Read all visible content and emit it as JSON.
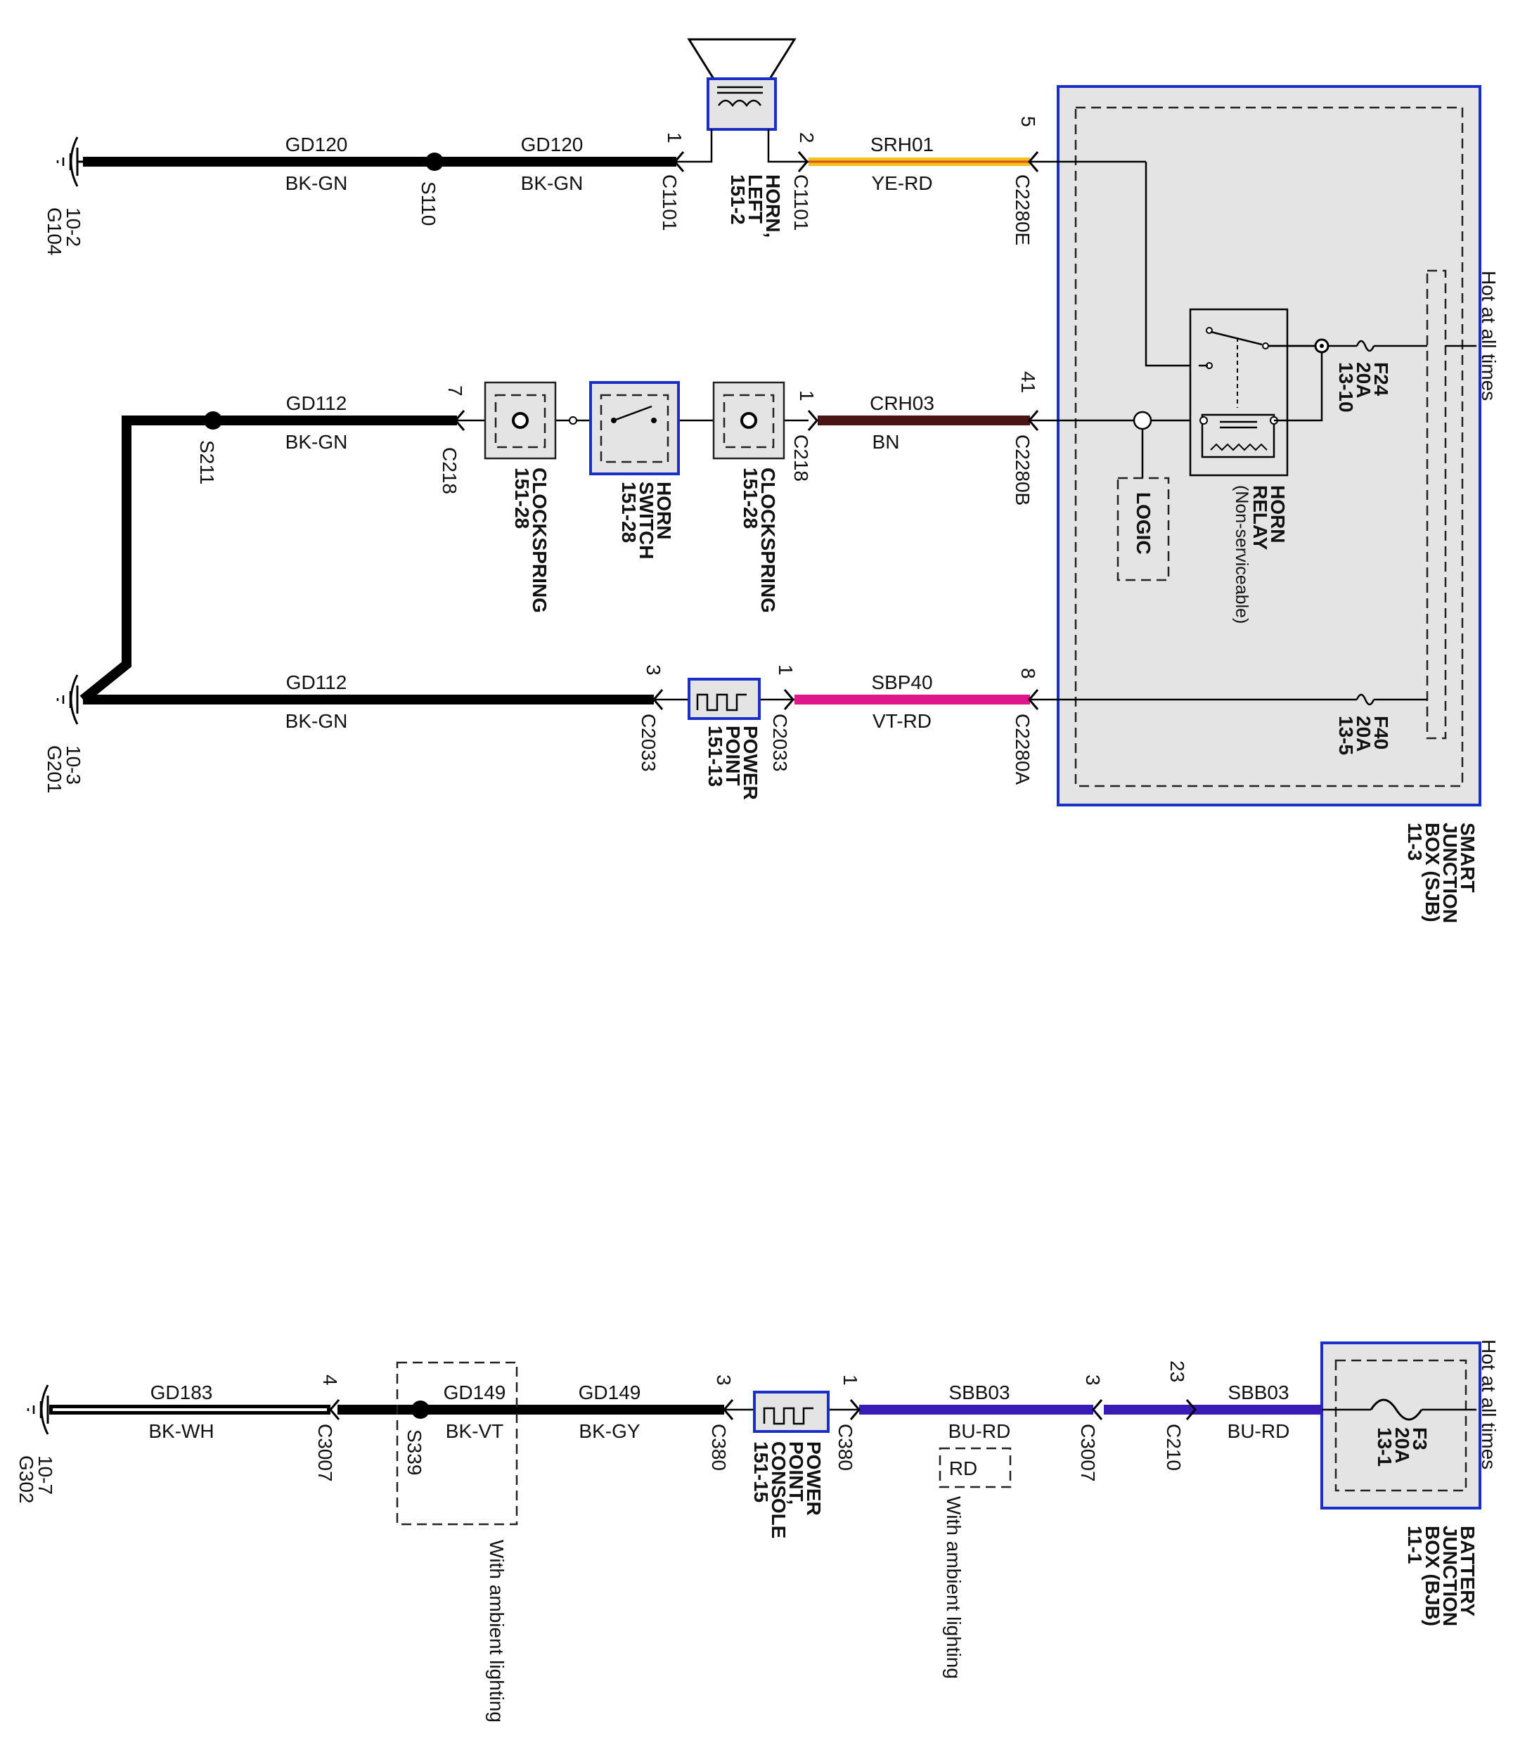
{
  "grounds": {
    "g104": {
      "id": "G104",
      "ref": "10-2"
    },
    "g201": {
      "id": "G201",
      "ref": "10-3"
    },
    "g302": {
      "id": "G302",
      "ref": "10-7"
    }
  },
  "splices": {
    "s110": "S110",
    "s211": "S211",
    "s339": "S339"
  },
  "wires": {
    "gd120_a": {
      "circuit": "GD120",
      "color": "BK-GN"
    },
    "gd120_b": {
      "circuit": "GD120",
      "color": "BK-GN"
    },
    "srh01": {
      "circuit": "SRH01",
      "color": "YE-RD"
    },
    "gd112_a": {
      "circuit": "GD112",
      "color": "BK-GN"
    },
    "crh03": {
      "circuit": "CRH03",
      "color": "BN"
    },
    "gd112_b": {
      "circuit": "GD112",
      "color": "BK-GN"
    },
    "sbp40": {
      "circuit": "SBP40",
      "color": "VT-RD"
    },
    "gd183": {
      "circuit": "GD183",
      "color": "BK-WH"
    },
    "gd149_a": {
      "circuit": "GD149",
      "color": "BK-VT"
    },
    "gd149_b": {
      "circuit": "GD149",
      "color": "BK-GY"
    },
    "sbb03_a": {
      "circuit": "SBB03",
      "color": "BU-RD"
    },
    "sbb03_b": {
      "circuit": "SBB03",
      "color": "BU-RD"
    }
  },
  "connectors": {
    "c1101_1": {
      "pin": "1",
      "name": "C1101"
    },
    "c1101_2": {
      "pin": "2",
      "name": "C1101"
    },
    "c2280e": {
      "pin": "5",
      "name": "C2280E"
    },
    "c218_7": {
      "pin": "7",
      "name": "C218"
    },
    "c218_1": {
      "pin": "1",
      "name": "C218"
    },
    "c2280b": {
      "pin": "41",
      "name": "C2280B"
    },
    "c2033_3": {
      "pin": "3",
      "name": "C2033"
    },
    "c2033_1": {
      "pin": "1",
      "name": "C2033"
    },
    "c2280a": {
      "pin": "8",
      "name": "C2280A"
    },
    "c3007_4": {
      "pin": "4",
      "name": "C3007"
    },
    "c380_3": {
      "pin": "3",
      "name": "C380"
    },
    "c380_1": {
      "pin": "1",
      "name": "C380"
    },
    "c3007_3": {
      "pin": "3",
      "name": "C3007"
    },
    "c210": {
      "pin": "23",
      "name": "C210"
    }
  },
  "components": {
    "horn": [
      "HORN,",
      "LEFT",
      "151-2"
    ],
    "clockspring_a": [
      "CLOCKSPRING",
      "151-28"
    ],
    "horn_switch": [
      "HORN",
      "SWITCH",
      "151-28"
    ],
    "clockspring_b": [
      "CLOCKSPRING",
      "151-28"
    ],
    "power_point": [
      "POWER",
      "POINT",
      "151-13"
    ],
    "power_point_console": [
      "POWER",
      "POINT,",
      "CONSOLE",
      "151-15"
    ],
    "horn_relay": [
      "HORN",
      "RELAY",
      "(Non-serviceable)"
    ],
    "logic": "LOGIC",
    "sjb": [
      "SMART",
      "JUNCTION",
      "BOX (SJB)",
      "11-3"
    ],
    "bjb": [
      "BATTERY",
      "JUNCTION",
      "BOX (BJB)",
      "11-1"
    ]
  },
  "fuses": {
    "f24": [
      "F24",
      "20A",
      "13-10"
    ],
    "f40": [
      "F40",
      "20A",
      "13-5"
    ],
    "f3": [
      "F3",
      "20A",
      "13-1"
    ]
  },
  "notes": {
    "hot_sjb": "Hot at all times",
    "hot_bjb": "Hot at all times",
    "ambient_1": "With ambient lighting",
    "ambient_2": "With ambient lighting",
    "rd_option": "RD"
  },
  "colors": {
    "wire_black": "#000000",
    "wire_yellow": "#f2c21b",
    "wire_orange_stripe": "#d9531e",
    "wire_brown": "#4a1414",
    "wire_violet": "#e0168c",
    "wire_blue": "#3a1bb5",
    "box_blue": "#1a2fc7",
    "box_fill": "#e4e4e4"
  }
}
